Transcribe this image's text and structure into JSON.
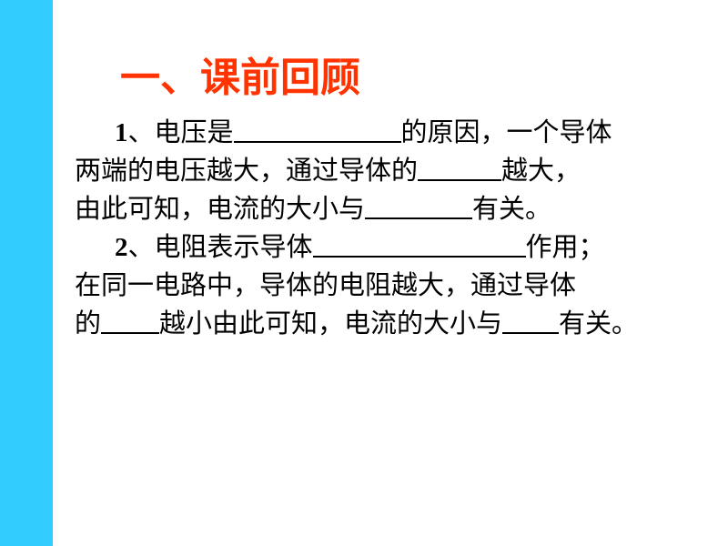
{
  "slide": {
    "accent_color": "#33ccff",
    "title_color": "#ff3300",
    "title": "一、课前回顾"
  },
  "questions": [
    {
      "number": "1",
      "lines": [
        {
          "a": "、电压是",
          "b": "的原因，一个导体"
        },
        {
          "a": "两端的电压越大，通过导体的",
          "b": "越大，"
        },
        {
          "a": "由此可知，电流的大小与",
          "b": "有关。"
        }
      ]
    },
    {
      "number": "2",
      "lines": [
        {
          "a": "、电阻表示导体",
          "b": "作用；"
        },
        {
          "text": "在同一电路中，导体的电阻越大，通过导体"
        },
        {
          "a": "的",
          "b": "越小由此可知，电流的大小与",
          "c": "有关。"
        }
      ]
    }
  ]
}
